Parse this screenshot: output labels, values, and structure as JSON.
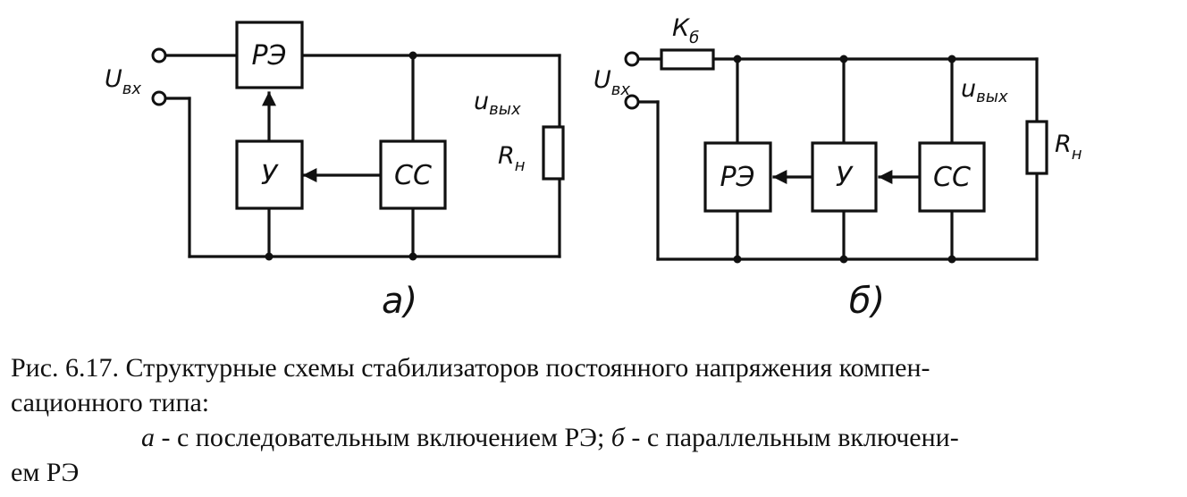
{
  "diagram_a": {
    "blocks": {
      "reg": "РЭ",
      "amp": "У",
      "ref": "СС"
    },
    "labels": {
      "vin_letter": "U",
      "vin_sub": "вх",
      "vout_letter": "u",
      "vout_sub": "вых",
      "load_letter": "R",
      "load_sub": "н"
    },
    "caption": "а)"
  },
  "diagram_b": {
    "blocks": {
      "reg": "РЭ",
      "amp": "У",
      "ref": "СС"
    },
    "labels": {
      "ballast_letter": "К",
      "ballast_sub": "б",
      "vin_letter": "U",
      "vin_sub": "вх",
      "vout_letter": "u",
      "vout_sub": "вых",
      "load_letter": "R",
      "load_sub": "н"
    },
    "caption": "б)"
  },
  "caption": {
    "line1": "Рис. 6.17. Структурные схемы стабилизаторов постоянного напряжения компен-",
    "line2": "сационного типа:",
    "line3_a": "а",
    "line3_b": " - с последовательным включением РЭ; ",
    "line3_c": "б",
    "line3_d": " - с параллельным включени-",
    "line4": "ем РЭ"
  }
}
